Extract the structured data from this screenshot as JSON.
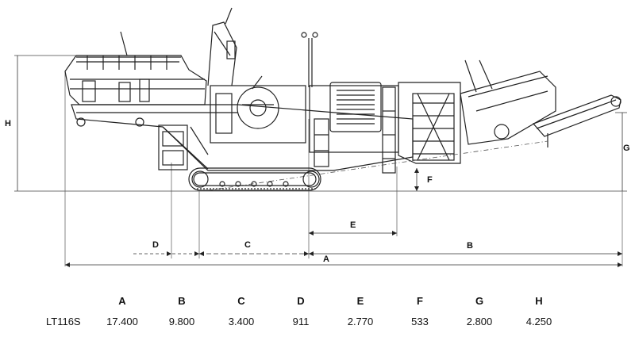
{
  "dimension_labels": {
    "A": "A",
    "B": "B",
    "C": "C",
    "D": "D",
    "E": "E",
    "F": "F",
    "G": "G",
    "H": "H"
  },
  "spec_table": {
    "model": "LT116S",
    "columns": [
      {
        "key": "A",
        "value": "17.400"
      },
      {
        "key": "B",
        "value": "9.800"
      },
      {
        "key": "C",
        "value": "3.400"
      },
      {
        "key": "D",
        "value": "911"
      },
      {
        "key": "E",
        "value": "2.770"
      },
      {
        "key": "F",
        "value": "533"
      },
      {
        "key": "G",
        "value": "2.800"
      },
      {
        "key": "H",
        "value": "4.250"
      }
    ]
  }
}
